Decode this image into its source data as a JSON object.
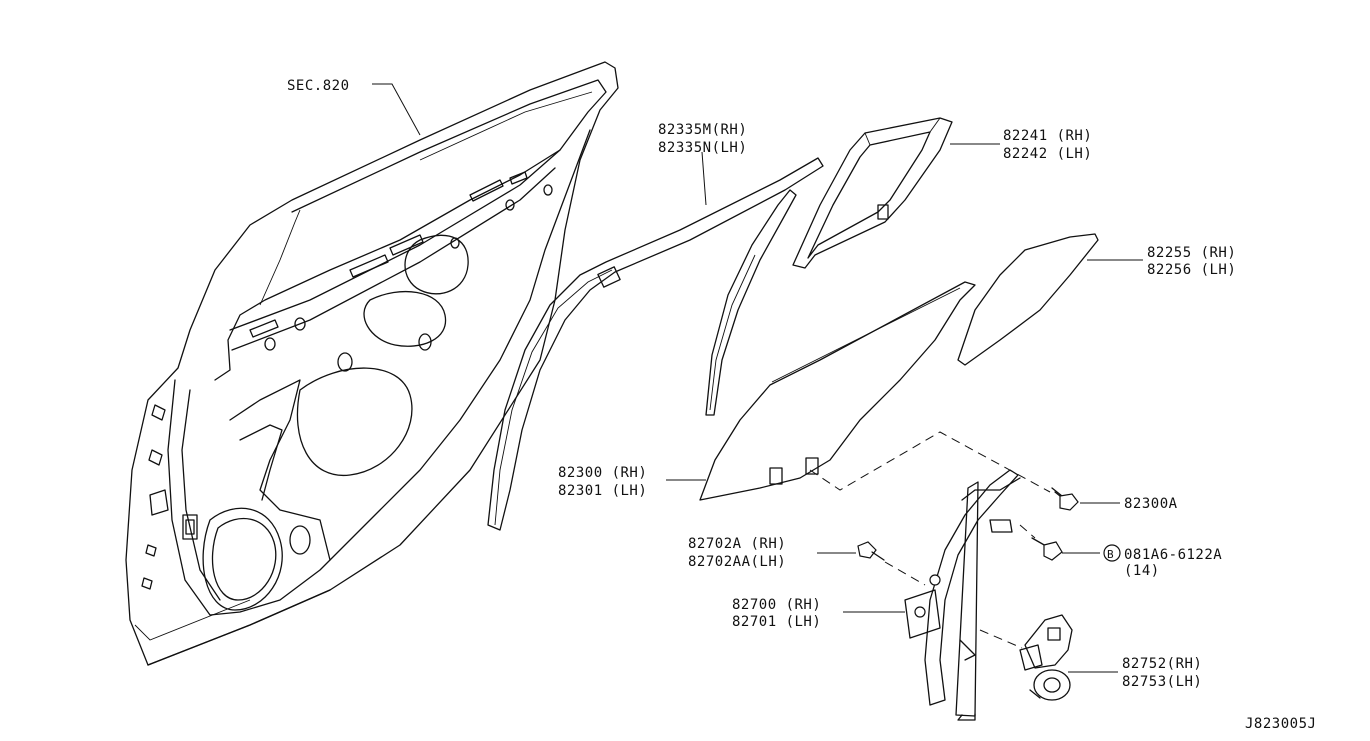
{
  "diagram": {
    "sheet_code": "J823005J",
    "callouts": [
      {
        "id": "sec",
        "lines": [
          "SEC.820"
        ]
      },
      {
        "id": "sash",
        "lines": [
          "82335M(RH)",
          "82335N(LH)"
        ]
      },
      {
        "id": "vent-sash",
        "lines": [
          "82241 (RH)",
          "82242 (LH)"
        ]
      },
      {
        "id": "fixed-glass",
        "lines": [
          "82255 (RH)",
          "82256 (LH)"
        ]
      },
      {
        "id": "door-glass",
        "lines": [
          "82300 (RH)",
          "82301 (LH)"
        ]
      },
      {
        "id": "glass-bolt",
        "lines": [
          "82300A"
        ]
      },
      {
        "id": "bolt-b",
        "lines": [
          "081A6-6122A",
          "(14)"
        ],
        "circled_letter": "B"
      },
      {
        "id": "reg-bolt",
        "lines": [
          "82702A  (RH)",
          "82702AA(LH)"
        ]
      },
      {
        "id": "regulator",
        "lines": [
          "82700 (RH)",
          "82701 (LH)"
        ]
      },
      {
        "id": "motor",
        "lines": [
          "82752(RH)",
          "82753(LH)"
        ]
      }
    ]
  }
}
